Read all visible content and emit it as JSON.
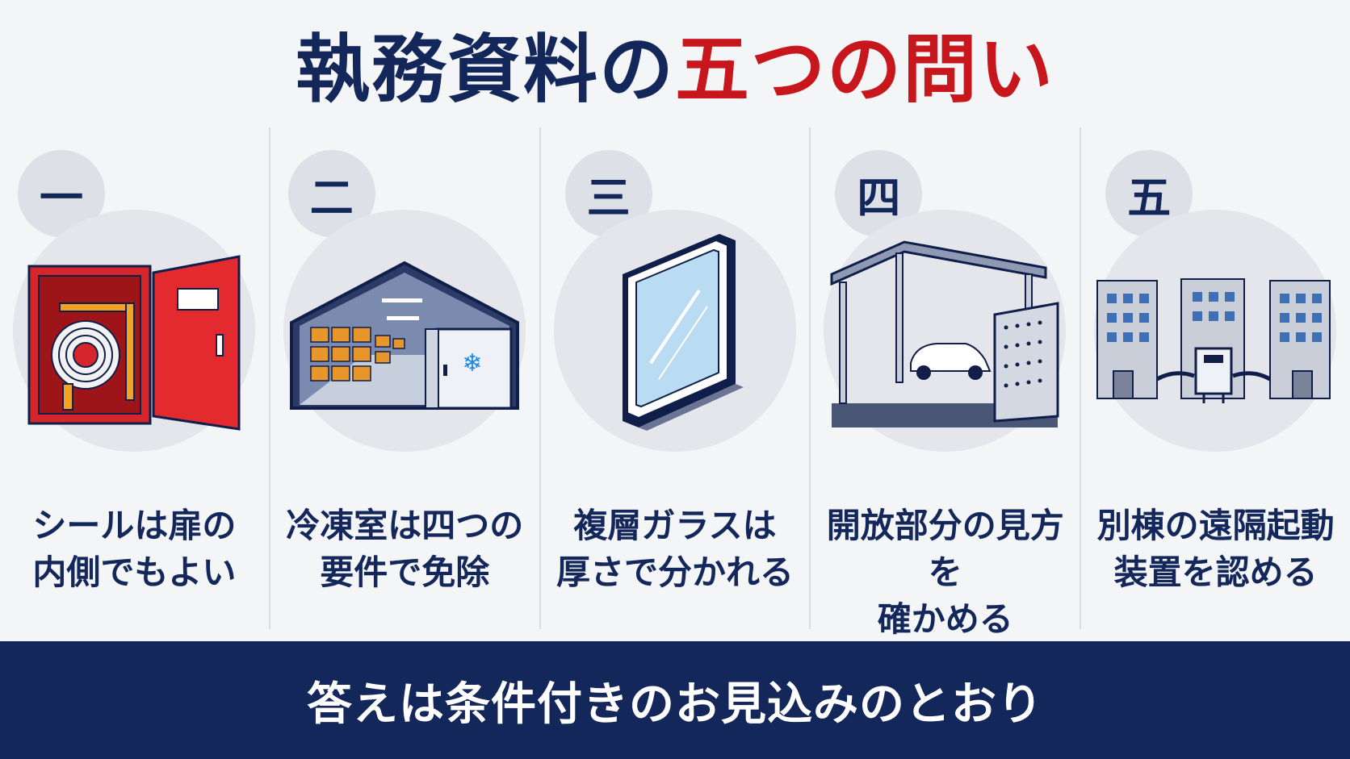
{
  "title": {
    "part1": "執務資料の",
    "part2": "五つの問い",
    "color_navy": "#14275a",
    "color_red": "#c8161d"
  },
  "items": [
    {
      "number": "一",
      "line1": "シールは扉の",
      "line2": "内側でもよい",
      "icon": "fire-hose-cabinet-icon"
    },
    {
      "number": "二",
      "line1": "冷凍室は四つの",
      "line2": "要件で免除",
      "icon": "cold-storage-warehouse-icon"
    },
    {
      "number": "三",
      "line1": "複層ガラスは",
      "line2": "厚さで分かれる",
      "icon": "double-glazed-window-icon"
    },
    {
      "number": "四",
      "line1": "開放部分の見方を",
      "line2": "確かめる",
      "icon": "carport-icon"
    },
    {
      "number": "五",
      "line1": "別棟の遠隔起動",
      "line2": "装置を認める",
      "icon": "separate-buildings-icon"
    }
  ],
  "footer": {
    "text": "答えは条件付きのお見込みのとおり"
  }
}
